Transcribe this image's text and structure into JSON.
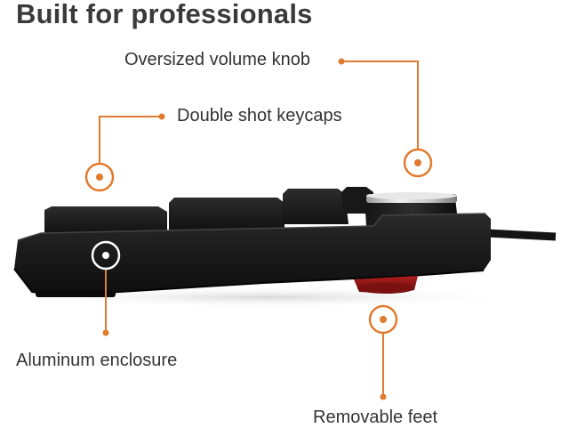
{
  "heading": "Built for professionals",
  "callouts": {
    "volume_knob": "Oversized volume knob",
    "keycaps": "Double shot keycaps",
    "enclosure": "Aluminum enclosure",
    "feet": "Removable feet"
  },
  "colors": {
    "accent": "#e07a2e",
    "keyboard_body": "#1c1c1c",
    "foot": "#8f1515"
  }
}
